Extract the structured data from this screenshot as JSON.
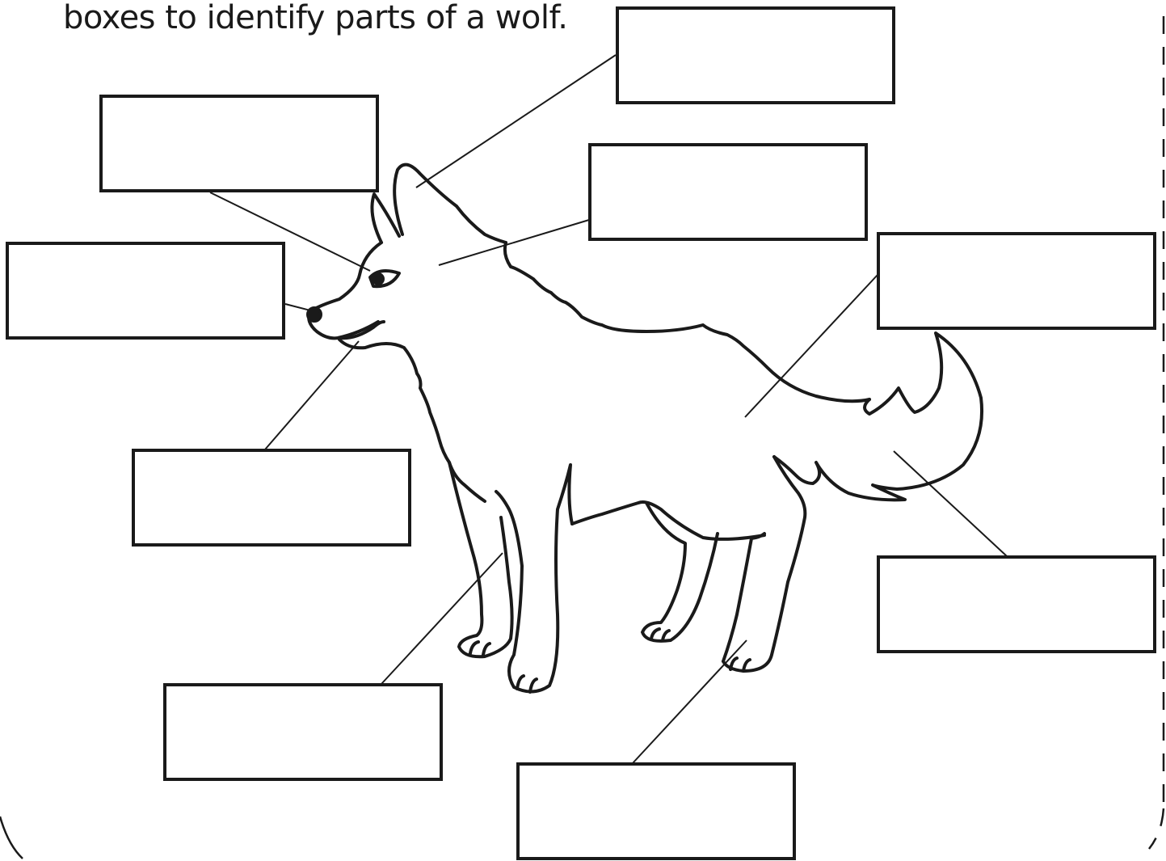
{
  "worksheet": {
    "instruction": "boxes to identify parts of a wolf.",
    "label_boxes": [
      {
        "id": "ear-label",
        "answer": ""
      },
      {
        "id": "eye-label",
        "answer": ""
      },
      {
        "id": "nose-label",
        "answer": ""
      },
      {
        "id": "mouth-label",
        "answer": ""
      },
      {
        "id": "neck-fur-label",
        "answer": ""
      },
      {
        "id": "back-label",
        "answer": ""
      },
      {
        "id": "tail-label",
        "answer": ""
      },
      {
        "id": "front-leg-label",
        "answer": ""
      },
      {
        "id": "paw-label",
        "answer": ""
      }
    ]
  },
  "colors": {
    "ink": "#1a1a1a",
    "paper": "#ffffff"
  }
}
